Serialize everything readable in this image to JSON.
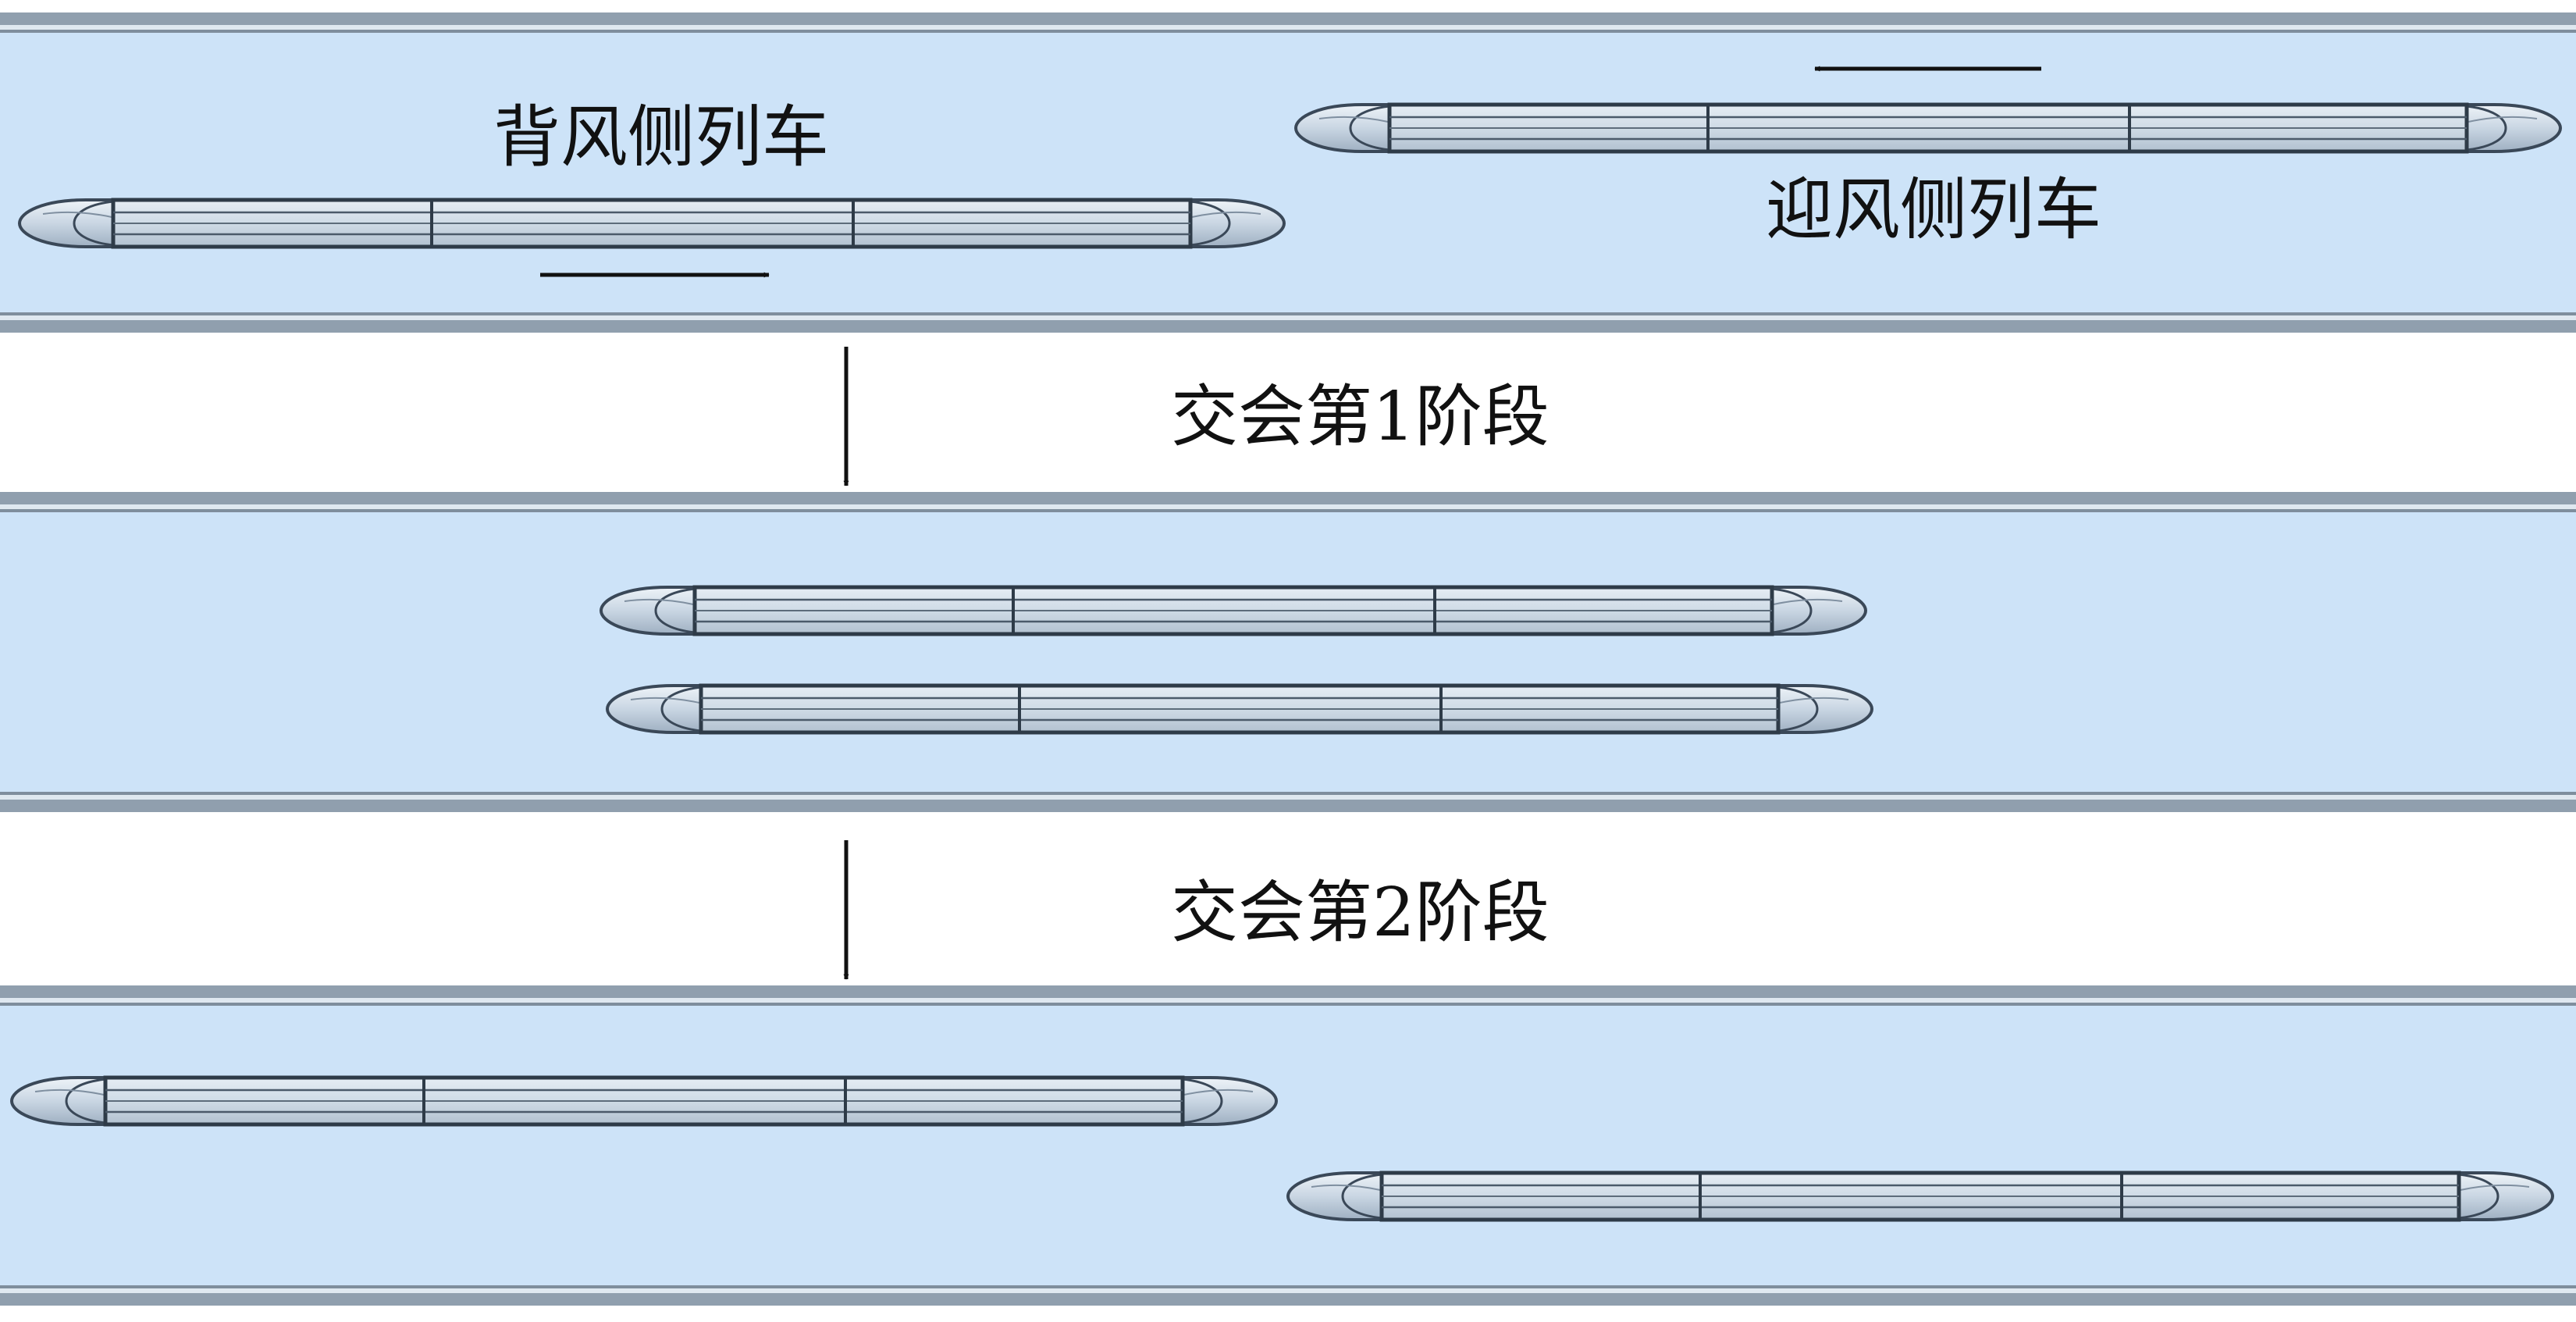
{
  "labels": {
    "leeward_train": "背风侧列车",
    "windward_train": "迎风侧列车",
    "stage_1": "交会第1阶段",
    "stage_2": "交会第2阶段"
  },
  "colors": {
    "tunnel_fill": "#cde3f8",
    "tunnel_rail": "#8f9eab",
    "train_body": "#d3dee9",
    "train_outline": "#33414f",
    "arrow": "#111111"
  }
}
